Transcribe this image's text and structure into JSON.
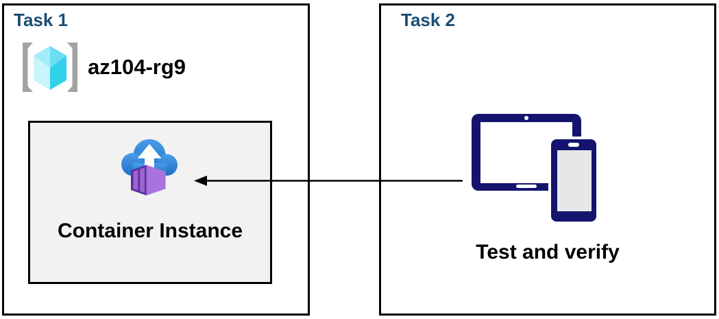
{
  "task1": {
    "title": "Task 1",
    "resource_group_name": "az104-rg9",
    "container_label": "Container Instance"
  },
  "task2": {
    "title": "Task 2",
    "devices_label": "Test and verify"
  },
  "arrow": {
    "from": "test-and-verify-devices",
    "to": "container-instance",
    "direction": "right-to-left"
  },
  "colors": {
    "title_navy": "#1a4e74",
    "text_black": "#000000",
    "border_black": "#000000",
    "inner_box_bg": "#f2f2f2",
    "device_navy": "#14146e",
    "phone_screen_gray": "#e7e7e7",
    "cloud_blue_light": "#4a9ce9",
    "cloud_blue_dark": "#2070c5",
    "container_front": "#5c2f9b",
    "container_side": "#a873de",
    "container_panel": "#9c64cf",
    "cube_top_left": "#a3ecf8",
    "cube_top_right": "#6adef2",
    "cube_bottom_left": "#c9f4fa",
    "cube_bottom_right": "#31d1ea",
    "bracket_gray": "#a3a3a3"
  }
}
